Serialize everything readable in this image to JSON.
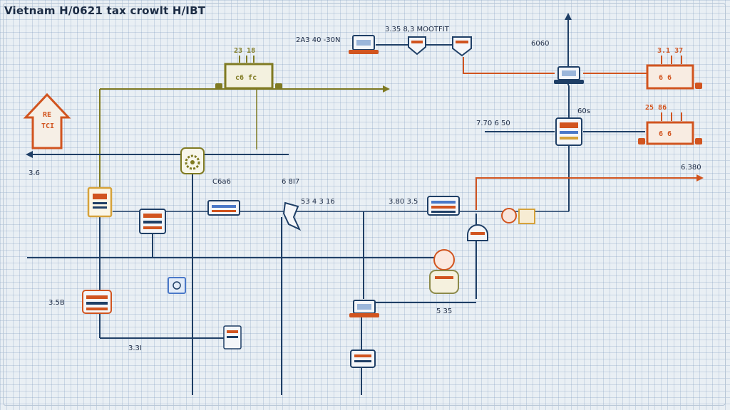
{
  "title": "Vietnam H/0621 tax crowlt H/IBT",
  "labels": {
    "top_left_pair": "2A3 40 -30N",
    "top_center_pair": "3.35 8,3 MOOTFIT",
    "top_right_value": "6060",
    "olive_box_header": "23 18",
    "olive_box_text": "c6 fc",
    "arrow_badge_line1": "RE",
    "arrow_badge_line2": "TCI",
    "left_side_value": "3.6",
    "center_pair_a": "C6a6",
    "center_pair_b": "6 8I7",
    "center_flow_value": "53 4 3 16",
    "center_right_value": "3.80 3.5",
    "mid_right_value": "7.70 6 50",
    "mid_right_pct": "60s",
    "right_top_header": "3.1 37",
    "right_top_text": "6 6",
    "right_mid_header": "25 86",
    "right_mid_text": "6 6",
    "far_right_value": "6.380",
    "lower_left_value": "3.5B",
    "bottom_left_value": "3.3I",
    "bottom_center_value": "5 35"
  },
  "colors": {
    "navy": "#1f3f66",
    "orange": "#d1541f",
    "olive": "#7f7a22",
    "blue_accent": "#4a78c8"
  },
  "icons": [
    "document-icon",
    "printer-icon",
    "laptop-icon",
    "gear-icon",
    "coin-icon",
    "building-icon",
    "person-icon",
    "scale-icon",
    "card-icon",
    "calculator-icon",
    "tax-form-icon",
    "chart-icon",
    "house-arrow-icon"
  ]
}
